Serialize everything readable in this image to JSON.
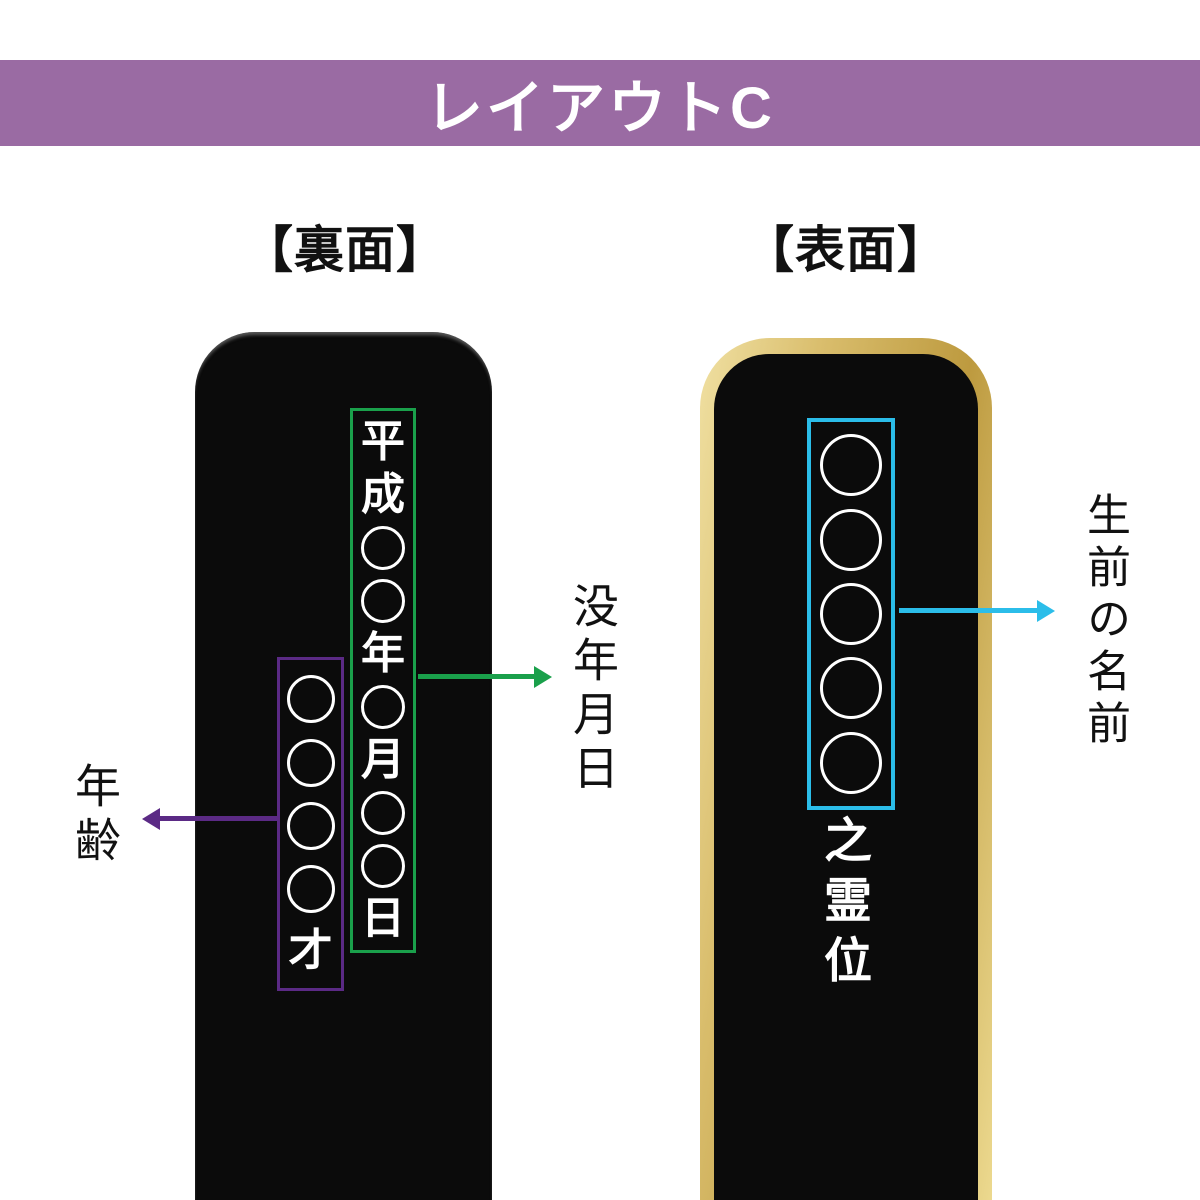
{
  "colors": {
    "header_bg": "#9A6BA3",
    "green": "#1AA04B",
    "purple": "#5B2A85",
    "cyan": "#2BBDE9",
    "gold_light": "#F0E0A2",
    "gold_dark": "#BD9A3F",
    "tablet_black": "#0B0B0B"
  },
  "header": {
    "title": "レイアウトC"
  },
  "back_panel": {
    "heading": "【裏面】",
    "date_column": "平成○○年○月○○日",
    "age_column": "○○○○才",
    "date_label": "没年月日",
    "age_label": "年齢"
  },
  "front_panel": {
    "heading": "【表面】",
    "name_column": "○○○○○",
    "suffix_column": "之霊位",
    "name_label": "生前の名前"
  }
}
